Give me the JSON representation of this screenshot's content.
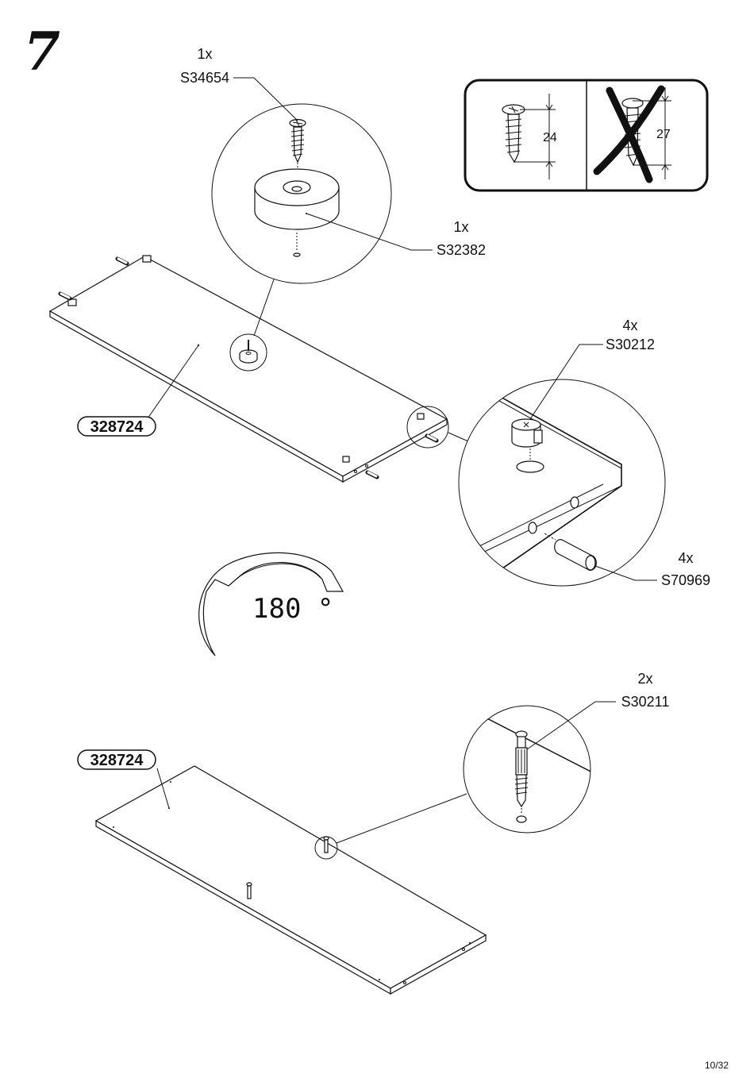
{
  "step": {
    "number": "7"
  },
  "callouts": {
    "screw_top": {
      "qty": "1x",
      "code": "S34654"
    },
    "foot": {
      "qty": "1x",
      "code": "S32382"
    },
    "cam_lock": {
      "qty": "4x",
      "code": "S30212"
    },
    "dowel": {
      "qty": "4x",
      "code": "S70969"
    },
    "cam_bolt": {
      "qty": "2x",
      "code": "S30211"
    }
  },
  "screw_length_box": {
    "correct_mm": "24",
    "wrong_mm": "27"
  },
  "panel_top": {
    "label": "328724"
  },
  "rotation": {
    "label": "180 °"
  },
  "panel_bottom": {
    "label": "328724"
  },
  "footer": {
    "page": "10/32"
  }
}
